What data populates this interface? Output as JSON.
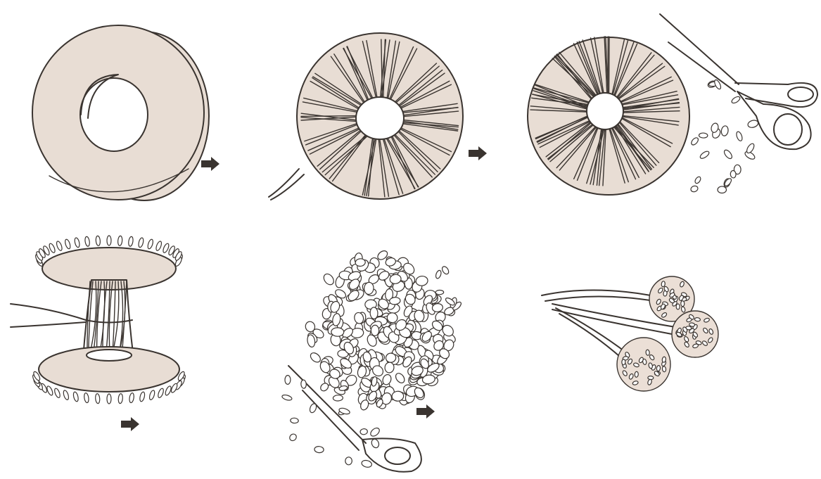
{
  "colors": {
    "ink": "#3a3430",
    "card": "#e8ddd4",
    "background": "#ffffff"
  },
  "steps": [
    {
      "name": "step-1-cardboard-rings"
    },
    {
      "name": "step-2-wrap-yarn"
    },
    {
      "name": "step-3-cut-edges"
    },
    {
      "name": "step-4-tie-center"
    },
    {
      "name": "step-5-trim-pompom"
    },
    {
      "name": "step-6-finished-pompoms"
    }
  ]
}
